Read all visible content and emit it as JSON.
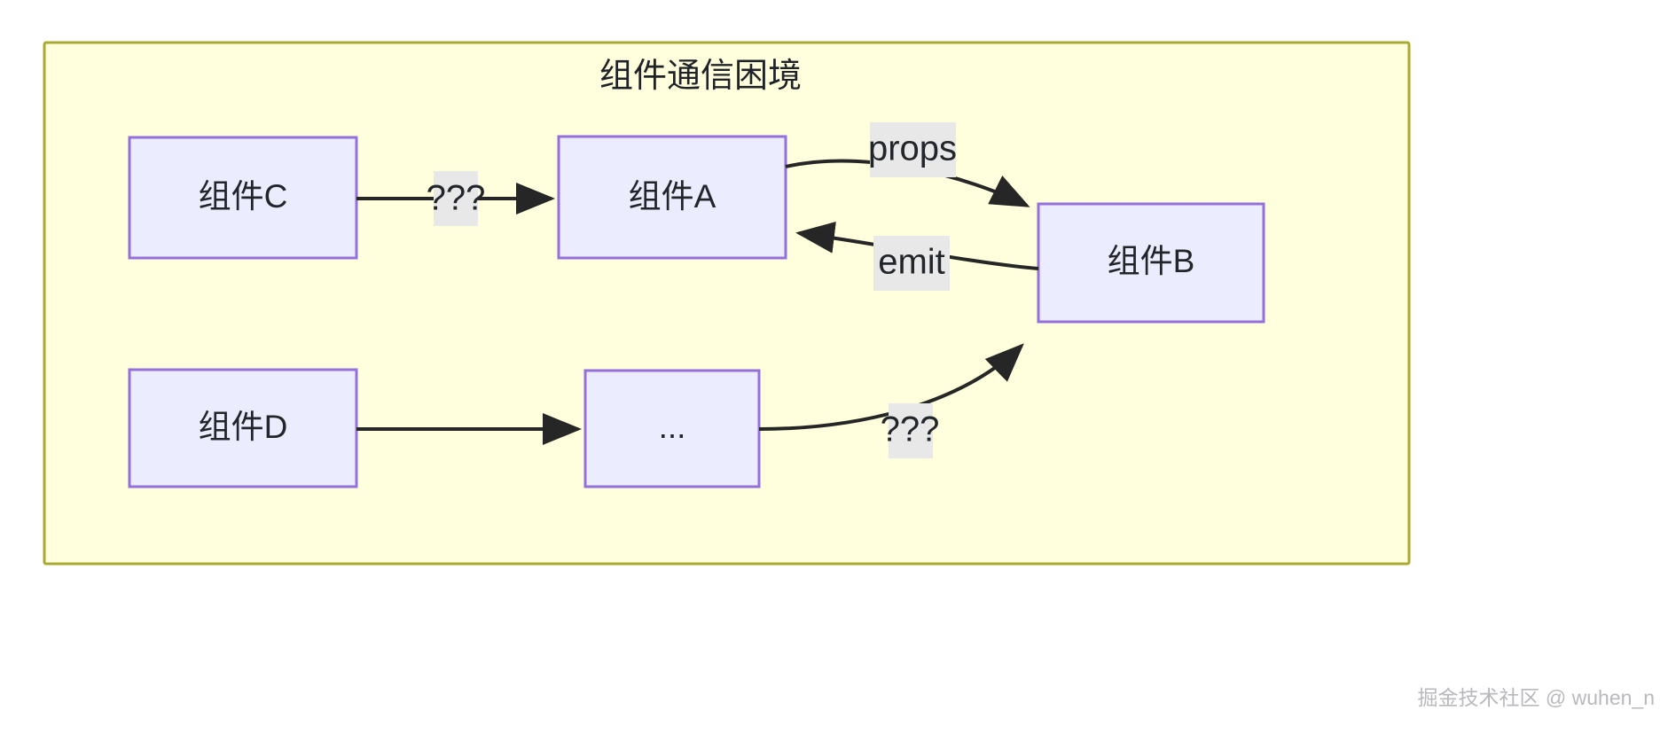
{
  "diagram": {
    "title": "组件通信困境",
    "frame": {
      "fill": "#ffffde",
      "stroke": "#aaaa33"
    },
    "node_style": {
      "fill": "#ececff",
      "stroke": "#9370db"
    },
    "edge_color": "#262626",
    "edge_label_bg": "#e8e8e8",
    "nodes": [
      {
        "id": "c",
        "label": "组件C"
      },
      {
        "id": "a",
        "label": "组件A"
      },
      {
        "id": "b",
        "label": "组件B"
      },
      {
        "id": "d",
        "label": "组件D"
      },
      {
        "id": "dots",
        "label": "..."
      }
    ],
    "edges": [
      {
        "id": "c-a",
        "from": "组件C",
        "to": "组件A",
        "label": "???"
      },
      {
        "id": "a-b",
        "from": "组件A",
        "to": "组件B",
        "label": "props"
      },
      {
        "id": "b-a",
        "from": "组件B",
        "to": "组件A",
        "label": "emit"
      },
      {
        "id": "d-dots",
        "from": "组件D",
        "to": "...",
        "label": ""
      },
      {
        "id": "dots-b",
        "from": "...",
        "to": "组件B",
        "label": "???"
      }
    ]
  },
  "watermark": {
    "text": "掘金技术社区 @ wuhen_n"
  }
}
